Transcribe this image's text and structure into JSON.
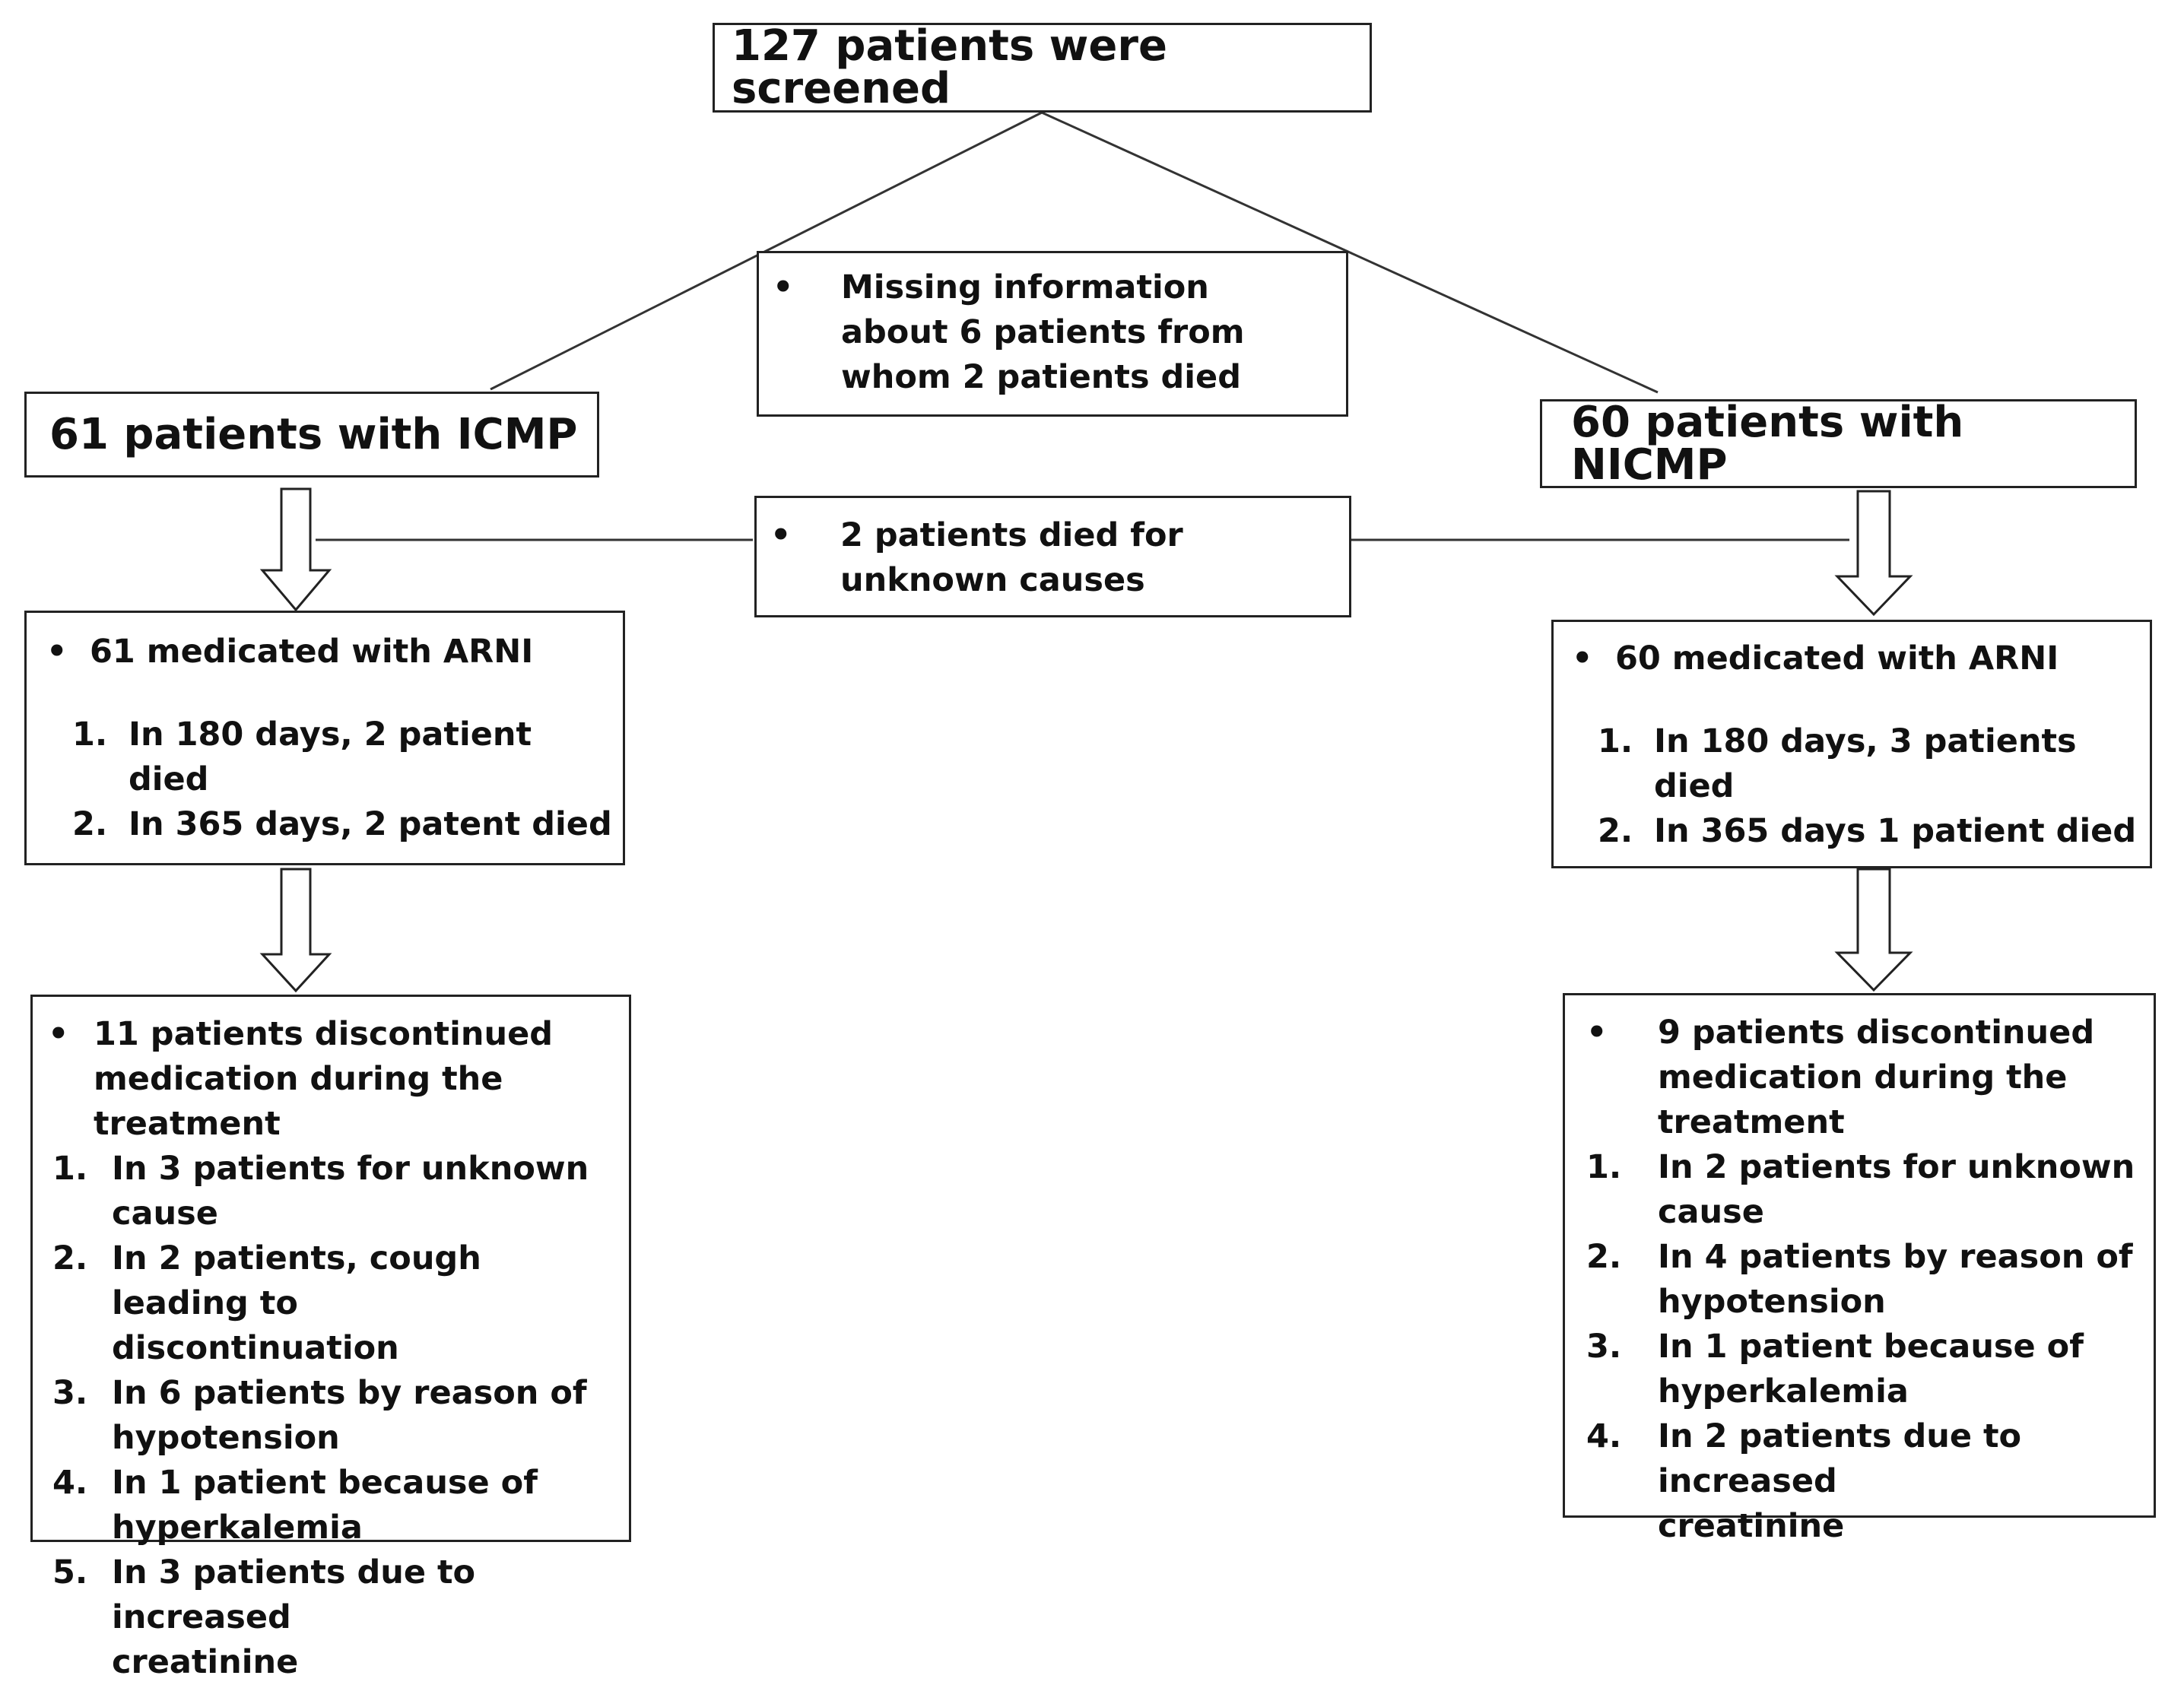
{
  "screened": "127 patients were screened",
  "missing": {
    "bullet": "•",
    "lines": [
      "Missing information",
      "about 6 patients from",
      "whom 2 patients died"
    ]
  },
  "icmp": {
    "title": "61 patients with ICMP"
  },
  "nicmp": {
    "title": "60 patients with NICMP"
  },
  "unknown": {
    "bullet": "•",
    "lines": [
      "2 patients died for",
      "unknown causes"
    ]
  },
  "icmp_arni": {
    "bullet": "•",
    "header": "61 medicated with ARNI",
    "items": [
      {
        "marker": "1.",
        "text": "In 180 days, 2 patient died"
      },
      {
        "marker": "2.",
        "text": "In 365 days, 2 patent died"
      }
    ]
  },
  "nicmp_arni": {
    "bullet": "•",
    "header": "60 medicated with  ARNI",
    "items": [
      {
        "marker": "1.",
        "text": "In 180 days, 3 patients died"
      },
      {
        "marker": "2.",
        "text": "In 365 days 1 patient died"
      }
    ]
  },
  "icmp_disc": {
    "bullet": "•",
    "header_lines": [
      "11 patients discontinued",
      "medication during the",
      "treatment"
    ],
    "items": [
      {
        "marker": "1.",
        "lines": [
          "In 3 patients for unknown cause"
        ]
      },
      {
        "marker": "2.",
        "lines": [
          "In 2 patients, cough leading to",
          "discontinuation"
        ]
      },
      {
        "marker": "3.",
        "lines": [
          "In 6 patients by reason of",
          "hypotension"
        ]
      },
      {
        "marker": "4.",
        "lines": [
          "In 1 patient because of",
          "hyperkalemia"
        ]
      },
      {
        "marker": "5.",
        "lines": [
          "In 3 patients due to increased",
          "creatinine"
        ]
      }
    ]
  },
  "nicmp_disc": {
    "bullet": "•",
    "header_lines": [
      "9 patients discontinued",
      "medication during the",
      "treatment"
    ],
    "items": [
      {
        "marker": "1.",
        "lines": [
          "In 2 patients for unknown",
          "cause"
        ]
      },
      {
        "marker": "2.",
        "lines": [
          "In 4 patients by reason  of",
          "hypotension"
        ]
      },
      {
        "marker": "3.",
        "lines": [
          "In 1 patient because of",
          "hyperkalemia"
        ]
      },
      {
        "marker": "4.",
        "lines": [
          "In 2 patients due to increased",
          "creatinine"
        ]
      }
    ]
  }
}
